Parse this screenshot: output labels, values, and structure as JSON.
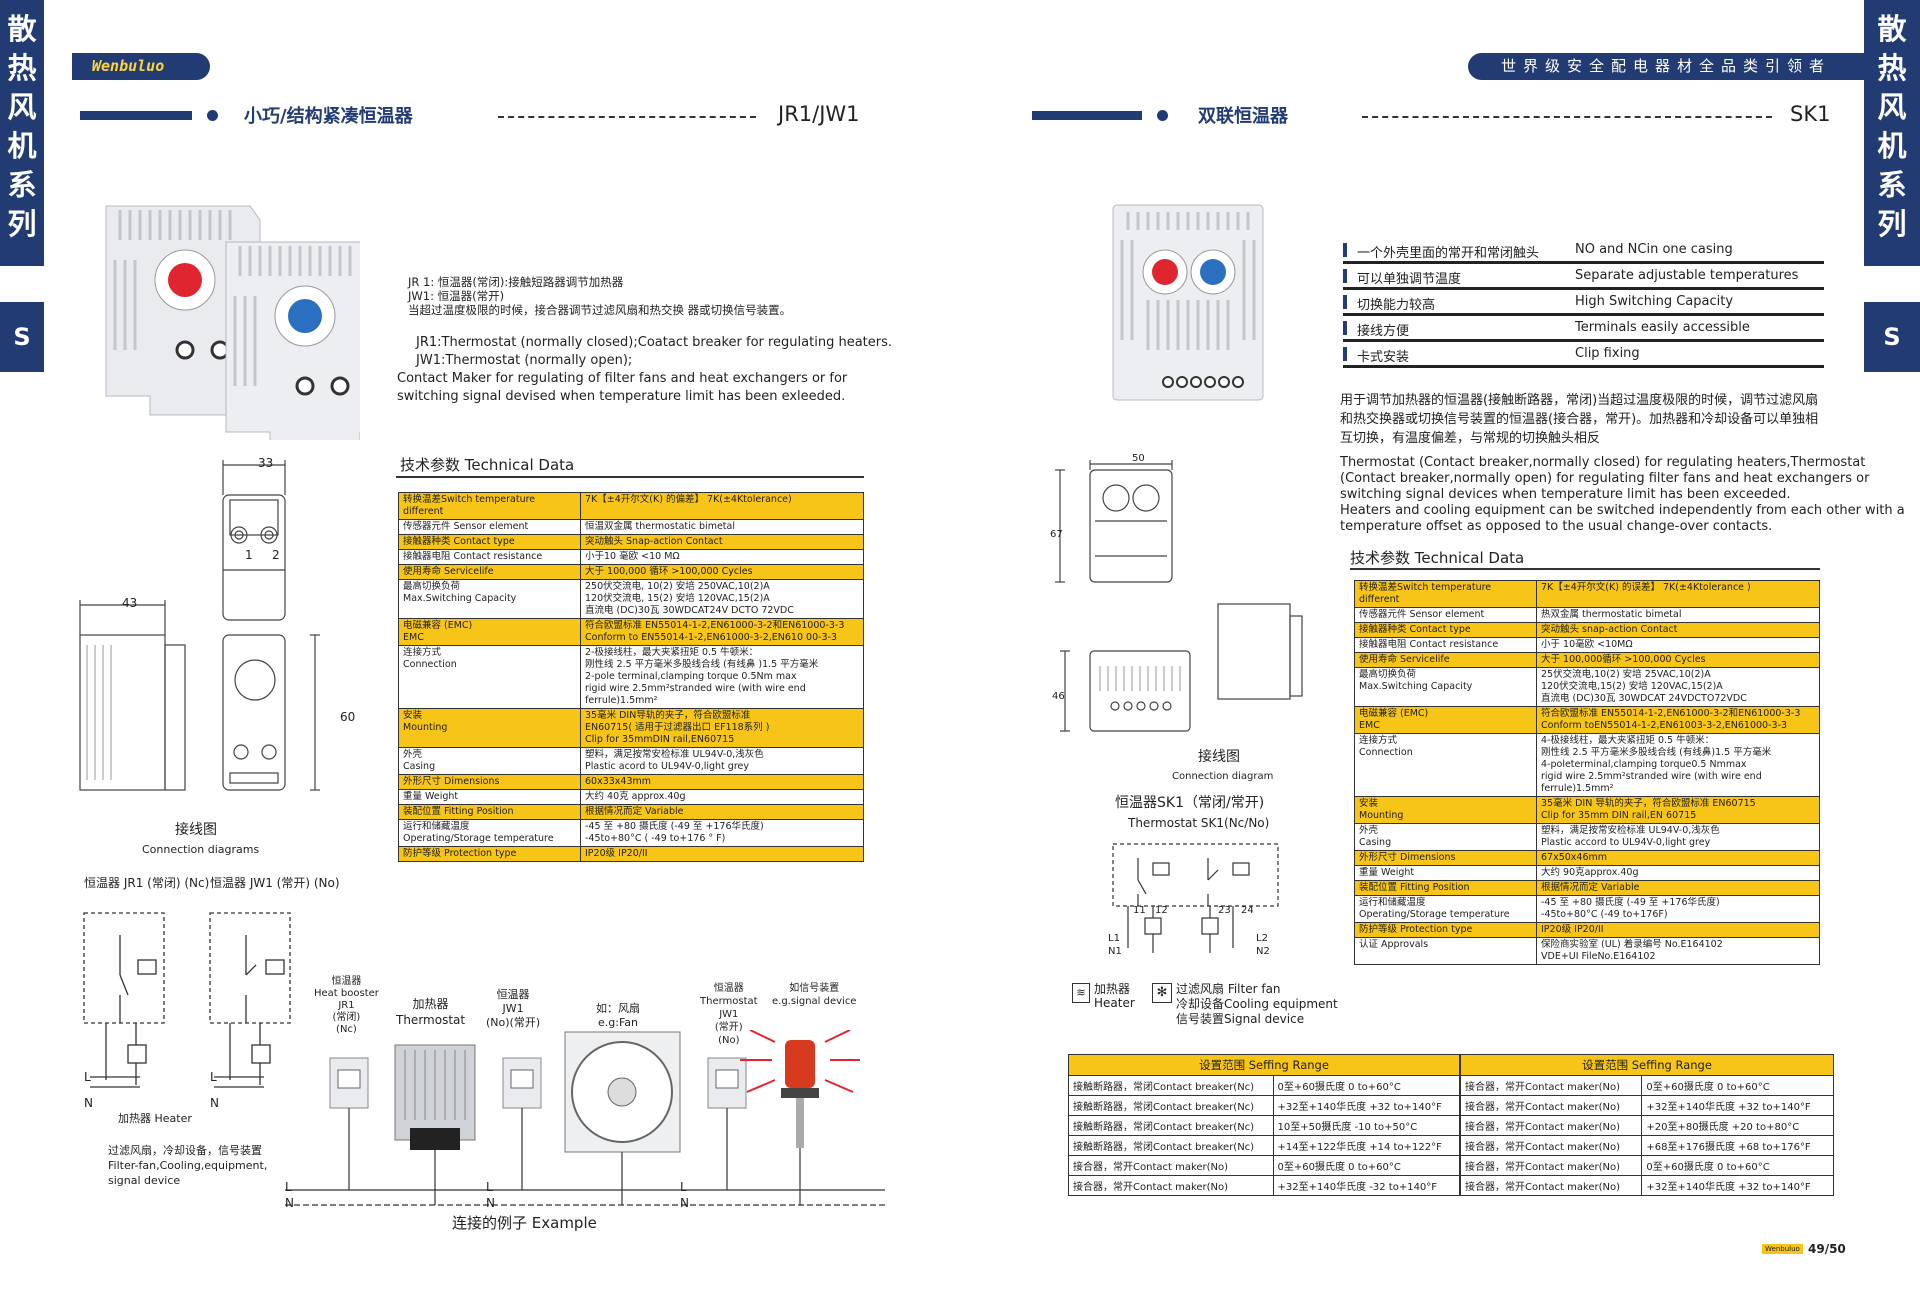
{
  "side": {
    "title": [
      "散",
      "热",
      "风",
      "机",
      "系",
      "列"
    ],
    "letter": "S"
  },
  "brand": "Wenbuluo",
  "slogan": "世界级安全配电器材全品类引领者",
  "left": {
    "heading": "小巧/结构紧凑恒温器",
    "model": "JR1/JW1",
    "desc_cn": [
      "JR 1: 恒温器(常闭):接触短路器调节加热器",
      "JW1: 恒温器(常开)",
      "当超过温度极限的时候，接合器调节过滤风扇和热交换 器或切换信号装置。"
    ],
    "desc_en": [
      "JR1:Thermostat (normally closed);Coatact breaker for regulating heaters.",
      "JW1:Thermostat (normally open);",
      "Contact Maker for regulating of filter fans and heat exchangers or for",
      "switching signal devised when temperature limit has been exleeded."
    ],
    "tech_title": "技术参数 Technical Data",
    "tech_rows": [
      {
        "k": "转换温差Switch temperature different",
        "v": "7K【±4开尔文(K) 的偏差】   7K(±4Ktolerance)",
        "y": true
      },
      {
        "k": "传感器元件  Sensor element",
        "v": "恒温双金属 thermostatic bimetal",
        "y": false
      },
      {
        "k": "接触器种类  Contact type",
        "v": "突动触头  Snap-action Contact",
        "y": true
      },
      {
        "k": "接触器电阻  Contact resistance",
        "v": "小于10 毫欧        <10 MΩ",
        "y": false
      },
      {
        "k": "使用寿命  Servicelife",
        "v": "大于 100,000 循环 >100,000 Cycles",
        "y": true
      },
      {
        "k": "最高切换负荷\nMax.Switching Capacity",
        "v": "250伏交流电,    10(2) 安培  250VAC,10(2)A\n120伏交流电,    15(2) 安培  120VAC,15(2)A\n直流电 (DC)30瓦       30WDCAT24V DCTO 72VDC",
        "y": false
      },
      {
        "k": "电磁兼容 (EMC)\nEMC",
        "v": "符合欧盟标准 EN55014-1-2,EN61000-3-2和EN61000-3-3\nConform  to EN55014-1-2,EN61000-3-2,EN610 00-3-3",
        "y": true
      },
      {
        "k": "连接方式\nConnection",
        "v": "2-极接线柱，最大夹紧扭矩 0.5 牛顿米：\n刚性线 2.5 平方毫米多股线合线 (有线鼻 )1.5 平方毫米\n2-pole terminal,clamping  torque 0.5Nm max\nrigid wire 2.5mm²stranded wire (with wire end ferrule)1.5mm²",
        "y": false
      },
      {
        "k": "安装\nMounting",
        "v": "35毫米 DIN导轨的夹子，符合欧盟标准\nEN60715( 适用于过滤器出口    EF118系列 )\nClip for 35mmDIN rail,EN60715",
        "y": true
      },
      {
        "k": "外壳\nCasing",
        "v": "塑料，满足按常安检标准 UL94V-0,浅灰色\nPlastic acord to UL94V-0,light grey",
        "y": false
      },
      {
        "k": "外形尺寸  Dimensions",
        "v": "60x33x43mm",
        "y": true
      },
      {
        "k": "重量  Weight",
        "v": "大约 40克 approx.40g",
        "y": false
      },
      {
        "k": "装配位置  Fitting Position",
        "v": "根据情况而定    Variable",
        "y": true
      },
      {
        "k": "运行和储藏温度\nOperating/Storage temperature",
        "v": "-45 至 +80 摄氏度 (-49 至 +176华氏度)\n-45to+80°C ( -49 to+176 ° F)",
        "y": false
      },
      {
        "k": "防护等级  Protection type",
        "v": "IP20级   IP20/II",
        "y": true
      }
    ],
    "dims": {
      "w1": "33",
      "w2": "43",
      "h": "60"
    },
    "conn_title_cn": "接线图",
    "conn_title_en": "Connection diagrams",
    "jr1": "恒温器 JR1\n(常闭) (Nc)",
    "jw1": "恒温器 JW1\n(常开) (No)",
    "heater": "加热器 Heater",
    "filter": "过滤风扇，冷却设备，信号装置\nFilter-fan,Cooling,equipment,\nsignal device",
    "ex_labels": {
      "booster": "恒温器\nHeat booster\nJR1\n(常闭)\n(Nc)",
      "heater": "加热器\nThermostat",
      "jw1a": "恒温器\nJW1\n(No)(常开)",
      "fan": "如：风扇\ne.g:Fan",
      "jw1b": "恒温器\nThermostat\nJW1\n(常开)\n(No)",
      "signal": "如信号装置\ne.g.signal device"
    },
    "example": "连接的例子 Example",
    "L": "L",
    "N": "N"
  },
  "right": {
    "heading": "双联恒温器",
    "model": "SK1",
    "features": [
      {
        "cn": "一个外壳里面的常开和常闭触头",
        "en": "NO and NCin one casing"
      },
      {
        "cn": "可以单独调节温度",
        "en": "Separate adjustable temperatures"
      },
      {
        "cn": "切换能力较高",
        "en": "High Switching Capacity"
      },
      {
        "cn": "接线方便",
        "en": "Terminals easily accessible"
      },
      {
        "cn": "卡式安装",
        "en": "Clip fixing"
      }
    ],
    "desc_cn": [
      "用于调节加热器的恒温器(接触断路器，常闭)当超过温度极限的时候，调节过滤风扇",
      "和热交换器或切换信号装置的恒温器(接合器，常开)。加热器和冷却设备可以单独相",
      "互切换，有温度偏差，与常规的切换触头相反"
    ],
    "desc_en": [
      "Thermostat (Contact breaker,normally closed) for regulating heaters,Thermostat",
      "(Contact breaker,normally open) for regulating filter fans and heat exchangers or",
      "switching signal devices when temperature limit has been exceeded.",
      "Heaters and cooling equipment can be switched independently from each other with a",
      "temperature offset as opposed to the usual change-over contacts."
    ],
    "tech_title": "技术参数 Technical Data",
    "tech_rows": [
      {
        "k": "转换温差Switch temperature different",
        "v": "7K【±4开尔文(K) 的误差】   7K(±4Ktolerance )",
        "y": true
      },
      {
        "k": "传感器元件  Sensor element",
        "v": "热双金属 thermostatic   bimetal",
        "y": false
      },
      {
        "k": "接触器种类  Contact type",
        "v": "突动触头 snap-action   Contact",
        "y": true
      },
      {
        "k": "接触器电阻  Contact resistance",
        "v": "小于 10毫欧 <10MΩ",
        "y": false
      },
      {
        "k": "使用寿命  Servicelife",
        "v": "大于 100,000循环 >100,000  Cycles",
        "y": true
      },
      {
        "k": "最高切换负荷\nMax.Switching Capacity",
        "v": "25伏交流电,10(2) 安培 25VAC,10(2)A\n120伏交流电,15(2) 安培 120VAC,15(2)A\n直流电 (DC)30瓦 30WDCAT  24VDCTO72VDC",
        "y": false
      },
      {
        "k": "电磁兼容 (EMC)\nEMC",
        "v": "符合欧盟标准 EN55014-1-2,EN61000-3-2和EN61000-3-3\nConform toEN55014-1-2,EN61003-3-2,EN61000-3-3",
        "y": true
      },
      {
        "k": "连接方式\nConnection",
        "v": "4-极接线柱，最大夹紧扭矩 0.5 牛顿米：\n刚性线 2.5 平方毫米多股线合线 (有线鼻)1.5 平方毫米\n4-poleterminal,clamping  torque0.5 Nmmax\nrigid wire 2.5mm²stranded wire (with wire end ferrule)1.5mm²",
        "y": false
      },
      {
        "k": "安装\nMounting",
        "v": "35毫米 DIN 导轨的夹子，符合欧盟标准 EN60715\nClip for 35mm DIN rail,EN 60715",
        "y": true
      },
      {
        "k": "外壳\nCasing",
        "v": "塑料，满足按常安检标准 UL94V-0,浅灰色\nPlastic accord to UL94V-0,light grey",
        "y": false
      },
      {
        "k": "外形尺寸  Dimensions",
        "v": "67x50x46mm",
        "y": true
      },
      {
        "k": "重量  Weight",
        "v": "大约 90克approx.40g",
        "y": false
      },
      {
        "k": "装配位置  Fitting Position",
        "v": "根据情况而定 Variable",
        "y": true
      },
      {
        "k": "运行和储藏温度\nOperating/Storage temperature",
        "v": "-45 至 +80 摄氏度 (-49 至 +176华氏度)\n-45to+80°C (-49 to+176F)",
        "y": false
      },
      {
        "k": "防护等级  Protection type",
        "v": "IP20级  IP20/II",
        "y": true
      },
      {
        "k": "认证  Approvals",
        "v": "保险商实验室 (UL) 着录编号 No.E164102\nVDE+UI FileNo.E164102",
        "y": false
      }
    ],
    "dims": {
      "w": "50",
      "h": "67",
      "d": "46"
    },
    "conn_title_cn": "接线图",
    "conn_title_en": "Connection diagram",
    "sk1_cn": "恒温器SK1（常闭/常开)",
    "sk1_en": "Thermostat SK1(Nc/No)",
    "terms": [
      "11",
      "12",
      "23",
      "24"
    ],
    "L1": "L1",
    "N1": "N1",
    "L2": "L2",
    "N2": "N2",
    "heater": "加热器\nHeater",
    "fan": "过滤风扇 Filter fan\n冷却设备Cooling equipment\n信号装置Signal device",
    "range_header": "设置范围 Seffing Range",
    "range_left": [
      [
        "接触断路器，常闭Contact breaker(Nc)",
        "0至+60摄氏度   0 to+60°C"
      ],
      [
        "接触断路器，常闭Contact breaker(Nc)",
        "+32至+140华氏度 +32 to+140°F"
      ],
      [
        "接触断路器，常闭Contact breaker(Nc)",
        "10至+50摄氏度   -10 to+50°C"
      ],
      [
        "接触断路器，常闭Contact breaker(Nc)",
        "+14至+122华氏度 +14 to+122°F"
      ],
      [
        "接合器，常开Contact maker(No)",
        "0至+60摄氏度   0 to+60°C"
      ],
      [
        "接合器，常开Contact maker(No)",
        "+32至+140华氏度   -32 to+140°F"
      ]
    ],
    "range_right": [
      [
        "接合器，常开Contact maker(No)",
        "0至+60摄氏度    0 to+60°C"
      ],
      [
        "接合器，常开Contact maker(No)",
        "+32至+140华氏度 +32 to+140°F"
      ],
      [
        "接合器，常开Contact maker(No)",
        "+20至+80摄氏度   +20 to+80°C"
      ],
      [
        "接合器，常开Contact maker(No)",
        "+68至+176摄氏度  +68 to+176°F"
      ],
      [
        "接合器，常开Contact maker(No)",
        "0至+60摄氏度    0 to+60°C"
      ],
      [
        "接合器，常开Contact maker(No)",
        "+32至+140华氏度  +32 to+140°F"
      ]
    ],
    "footer_brand": "Wenbuluo",
    "page": "49/50"
  },
  "colors": {
    "navy": "#233b73",
    "yellow": "#f7c518",
    "red": "#e02530",
    "blue": "#2a6fc0"
  }
}
